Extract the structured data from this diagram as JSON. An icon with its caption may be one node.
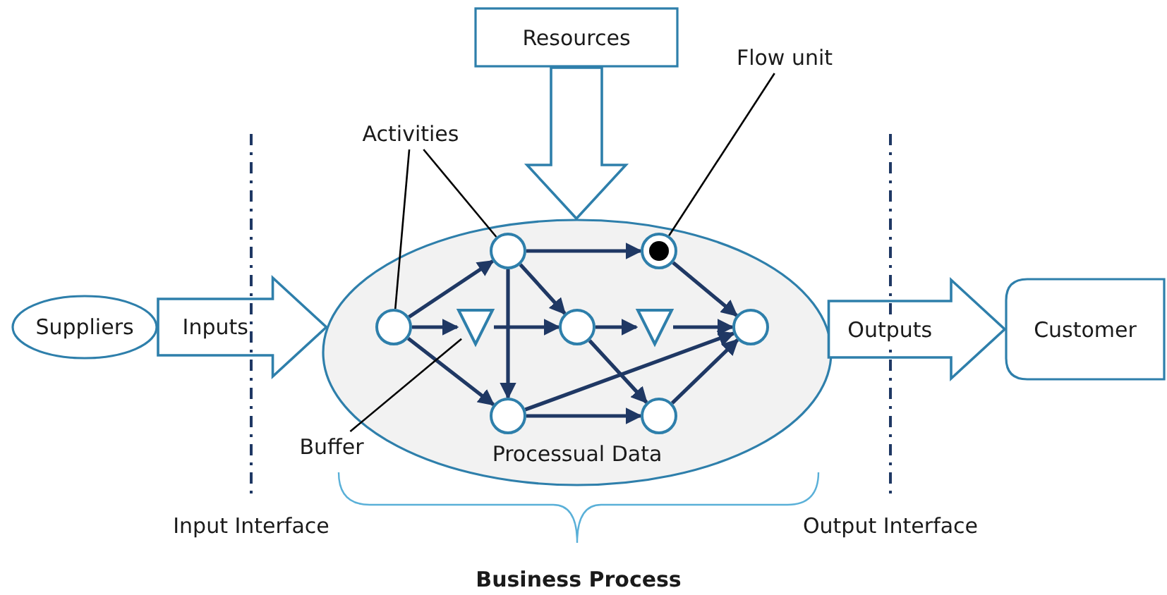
{
  "diagram": {
    "nodes": [
      {
        "text": [
          "Suppliers"
        ]
      },
      {
        "text": [
          "Processual Data"
        ]
      },
      {
        "text": [],
        "shape": "circle",
        "in": 1
      },
      {
        "text": [],
        "shape": "circle",
        "in": 1
      },
      {
        "text": [],
        "shape": "circle",
        "in": 1
      },
      {
        "text": [],
        "shape": "triangle",
        "in": 1
      },
      {
        "text": [],
        "shape": "circle",
        "in": 1
      },
      {
        "text": [],
        "shape": "triangle",
        "in": 1
      },
      {
        "text": [],
        "shape": "circle",
        "in": 1
      },
      {
        "text": [],
        "shape": "circle",
        "in": 1
      },
      {
        "text": [],
        "shape": "circle",
        "in": 1
      },
      {
        "text": [
          "Customer"
        ]
      },
      {
        "text": [
          "Resources"
        ]
      },
      {
        "text": [
          "Activities"
        ]
      },
      {
        "text": [
          "Flow unit"
        ]
      },
      {
        "text": [
          "Buffer"
        ]
      }
    ],
    "edges": [
      {
        "from": 2,
        "to": 3,
        "arrow": "to"
      },
      {
        "from": 2,
        "to": 5,
        "arrow": "to"
      },
      {
        "from": 2,
        "to": 9,
        "arrow": "to"
      },
      {
        "from": 5,
        "to": 6,
        "arrow": "to"
      },
      {
        "from": 3,
        "to": 4,
        "arrow": "to"
      },
      {
        "from": 3,
        "to": 6,
        "arrow": "to"
      },
      {
        "from": 3,
        "to": 9,
        "arrow": "to"
      },
      {
        "from": 6,
        "to": 7,
        "arrow": "to"
      },
      {
        "from": 6,
        "to": 10,
        "arrow": "to"
      },
      {
        "from": 7,
        "to": 8,
        "arrow": "to"
      },
      {
        "from": 4,
        "to": 8,
        "arrow": "to"
      },
      {
        "from": 9,
        "to": 8,
        "arrow": "to"
      },
      {
        "from": 9,
        "to": 10,
        "arrow": "to"
      },
      {
        "from": 10,
        "to": 8,
        "arrow": "to"
      },
      {
        "from": 12,
        "to": 1,
        "arrow": "to",
        "style": "thick",
        "color": "#2e7fab"
      },
      {
        "from": 0,
        "to": 1,
        "label": "Inputs",
        "arrow": "to",
        "style": "thick",
        "color": "#2e7fab"
      },
      {
        "from": 1,
        "to": 11,
        "label": "Outputs",
        "arrow": "to",
        "style": "thick",
        "color": "#2e7fab"
      },
      {
        "from": 13,
        "to": 2,
        "arrow": "none",
        "color": "#000000"
      },
      {
        "from": 13,
        "to": 3,
        "arrow": "none",
        "color": "#000000"
      },
      {
        "from": 14,
        "to": 4,
        "arrow": "none",
        "color": "#000000"
      },
      {
        "from": 15,
        "to": 5,
        "arrow": "none",
        "color": "#000000"
      }
    ],
    "labels": [
      "Input Interface",
      "Output Interface",
      "Business Process"
    ]
  }
}
